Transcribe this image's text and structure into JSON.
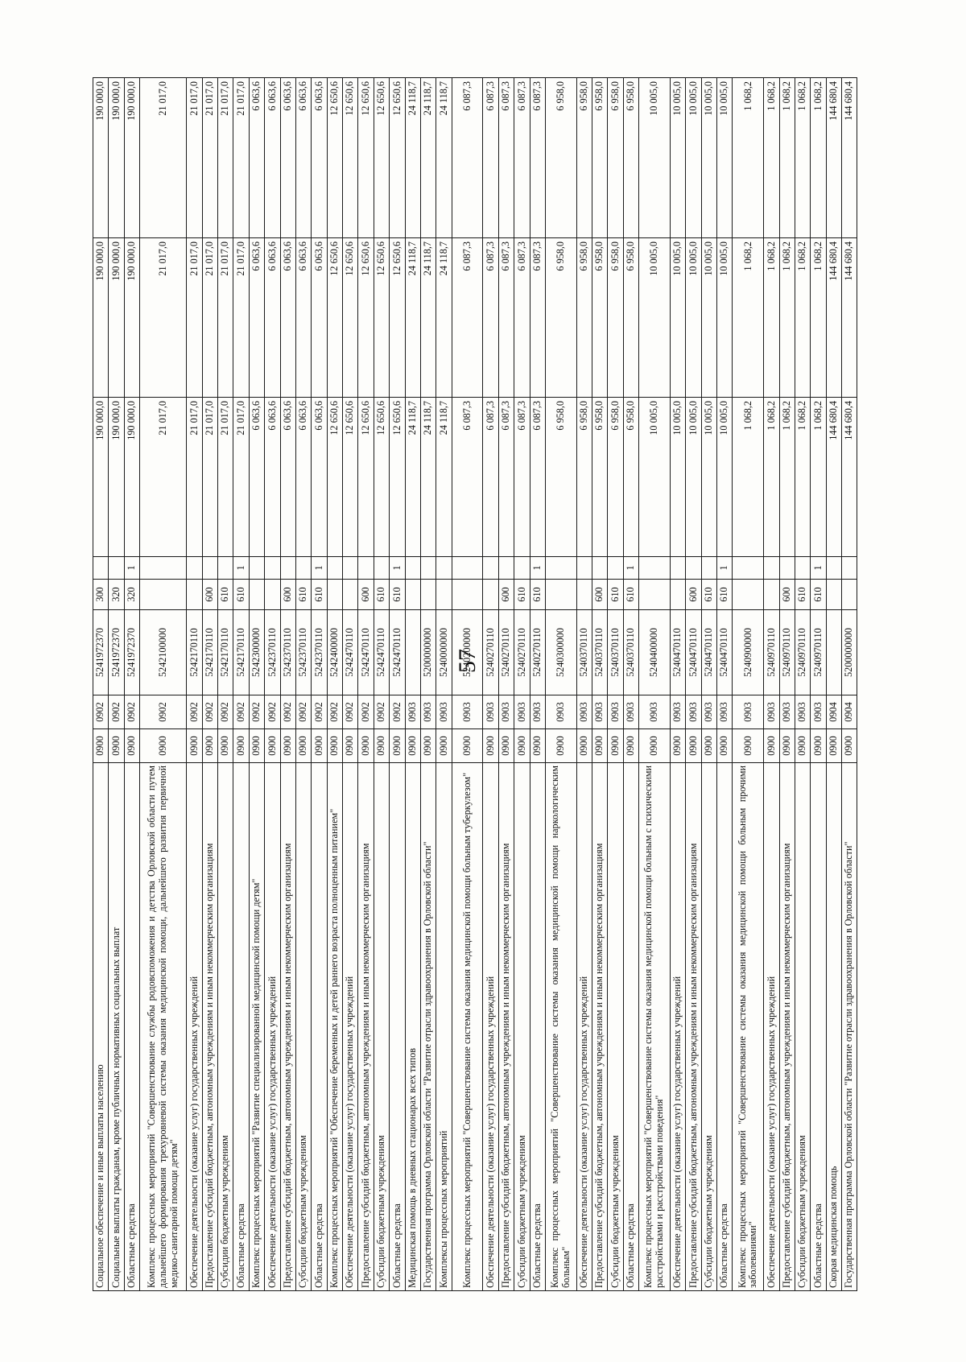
{
  "page": {
    "number": "57"
  },
  "rows": [
    {
      "name": "Социальное обеспечение и иные выплаты населению",
      "sec": "0900",
      "sub": "0902",
      "csr": "5241972370",
      "vr": "300",
      "src": "",
      "v1": "190 000,0",
      "v2": "190 000,0",
      "v3": "190 000,0"
    },
    {
      "name": "Социальные выплаты гражданам, кроме публичных нормативных социальных выплат",
      "sec": "0900",
      "sub": "0902",
      "csr": "5241972370",
      "vr": "320",
      "src": "",
      "v1": "190 000,0",
      "v2": "190 000,0",
      "v3": "190 000,0"
    },
    {
      "name": "Областные средства",
      "sec": "0900",
      "sub": "0902",
      "csr": "5241972370",
      "vr": "320",
      "src": "1",
      "v1": "190 000,0",
      "v2": "190 000,0",
      "v3": "190 000,0"
    },
    {
      "name": "Комплекс процессных мероприятий \"Совершенствование службы родовспоможения и детства Орловской области путем дальнейшего формирования трехуровневой системы оказания медицинской помощи, дальнейшего развития первичной медико-санитарной помощи детям\"",
      "sec": "0900",
      "sub": "0902",
      "csr": "5242100000",
      "vr": "",
      "src": "",
      "v1": "21 017,0",
      "v2": "21 017,0",
      "v3": "21 017,0",
      "lines": 3
    },
    {
      "name": "Обеспечение деятельности (оказание услуг) государственных учреждений",
      "sec": "0900",
      "sub": "0902",
      "csr": "5242170110",
      "vr": "",
      "src": "",
      "v1": "21 017,0",
      "v2": "21 017,0",
      "v3": "21 017,0"
    },
    {
      "name": "Предоставление субсидий бюджетным, автономным учреждениям и иным некоммерческим организациям",
      "sec": "0900",
      "sub": "0902",
      "csr": "5242170110",
      "vr": "600",
      "src": "",
      "v1": "21 017,0",
      "v2": "21 017,0",
      "v3": "21 017,0"
    },
    {
      "name": "Субсидии бюджетным учреждениям",
      "sec": "0900",
      "sub": "0902",
      "csr": "5242170110",
      "vr": "610",
      "src": "",
      "v1": "21 017,0",
      "v2": "21 017,0",
      "v3": "21 017,0"
    },
    {
      "name": "Областные средства",
      "sec": "0900",
      "sub": "0902",
      "csr": "5242170110",
      "vr": "610",
      "src": "1",
      "v1": "21 017,0",
      "v2": "21 017,0",
      "v3": "21 017,0"
    },
    {
      "name": "Комплекс процессных мероприятий \"Развитие специализированной медицинской помощи детям\"",
      "sec": "0900",
      "sub": "0902",
      "csr": "5242300000",
      "vr": "",
      "src": "",
      "v1": "6 063,6",
      "v2": "6 063,6",
      "v3": "6 063,6"
    },
    {
      "name": "Обеспечение деятельности (оказание услуг) государственных учреждений",
      "sec": "0900",
      "sub": "0902",
      "csr": "5242370110",
      "vr": "",
      "src": "",
      "v1": "6 063,6",
      "v2": "6 063,6",
      "v3": "6 063,6"
    },
    {
      "name": "Предоставление субсидий бюджетным, автономным учреждениям и иным некоммерческим организациям",
      "sec": "0900",
      "sub": "0902",
      "csr": "5242370110",
      "vr": "600",
      "src": "",
      "v1": "6 063,6",
      "v2": "6 063,6",
      "v3": "6 063,6"
    },
    {
      "name": "Субсидии бюджетным учреждениям",
      "sec": "0900",
      "sub": "0902",
      "csr": "5242370110",
      "vr": "610",
      "src": "",
      "v1": "6 063,6",
      "v2": "6 063,6",
      "v3": "6 063,6"
    },
    {
      "name": "Областные средства",
      "sec": "0900",
      "sub": "0902",
      "csr": "5242370110",
      "vr": "610",
      "src": "1",
      "v1": "6 063,6",
      "v2": "6 063,6",
      "v3": "6 063,6"
    },
    {
      "name": "Комплекс процессных мероприятий \"Обеспечение беременных и детей раннего возраста полноценным питанием\"",
      "sec": "0900",
      "sub": "0902",
      "csr": "5242400000",
      "vr": "",
      "src": "",
      "v1": "12 650,6",
      "v2": "12 650,6",
      "v3": "12 650,6"
    },
    {
      "name": "Обеспечение деятельности (оказание услуг) государственных учреждений",
      "sec": "0900",
      "sub": "0902",
      "csr": "5242470110",
      "vr": "",
      "src": "",
      "v1": "12 650,6",
      "v2": "12 650,6",
      "v3": "12 650,6"
    },
    {
      "name": "Предоставление субсидий бюджетным, автономным учреждениям и иным некоммерческим организациям",
      "sec": "0900",
      "sub": "0902",
      "csr": "5242470110",
      "vr": "600",
      "src": "",
      "v1": "12 650,6",
      "v2": "12 650,6",
      "v3": "12 650,6"
    },
    {
      "name": "Субсидии бюджетным учреждениям",
      "sec": "0900",
      "sub": "0902",
      "csr": "5242470110",
      "vr": "610",
      "src": "",
      "v1": "12 650,6",
      "v2": "12 650,6",
      "v3": "12 650,6"
    },
    {
      "name": "Областные средства",
      "sec": "0900",
      "sub": "0902",
      "csr": "5242470110",
      "vr": "610",
      "src": "1",
      "v1": "12 650,6",
      "v2": "12 650,6",
      "v3": "12 650,6"
    },
    {
      "name": "Медицинская помощь в дневных стационарах всех типов",
      "sec": "0900",
      "sub": "0903",
      "csr": "",
      "vr": "",
      "src": "",
      "v1": "24 118,7",
      "v2": "24 118,7",
      "v3": "24 118,7"
    },
    {
      "name": "Государственная программа Орловской области \"Развитие отрасли здравоохранения в Орловской области\"",
      "sec": "0900",
      "sub": "0903",
      "csr": "5200000000",
      "vr": "",
      "src": "",
      "v1": "24 118,7",
      "v2": "24 118,7",
      "v3": "24 118,7"
    },
    {
      "name": "Комплексы процессных мероприятий",
      "sec": "0900",
      "sub": "0903",
      "csr": "5240000000",
      "vr": "",
      "src": "",
      "v1": "24 118,7",
      "v2": "24 118,7",
      "v3": "24 118,7"
    },
    {
      "name": "Комплекс процессных мероприятий \"Совершенствование системы оказания медицинской помощи больным туберкулезом\"",
      "sec": "0900",
      "sub": "0903",
      "csr": "5240200000",
      "vr": "",
      "src": "",
      "v1": "6 087,3",
      "v2": "6 087,3",
      "v3": "6 087,3",
      "lines": 2
    },
    {
      "name": "Обеспечение деятельности (оказание услуг) государственных учреждений",
      "sec": "0900",
      "sub": "0903",
      "csr": "5240270110",
      "vr": "",
      "src": "",
      "v1": "6 087,3",
      "v2": "6 087,3",
      "v3": "6 087,3"
    },
    {
      "name": "Предоставление субсидий бюджетным, автономным учреждениям и иным некоммерческим организациям",
      "sec": "0900",
      "sub": "0903",
      "csr": "5240270110",
      "vr": "600",
      "src": "",
      "v1": "6 087,3",
      "v2": "6 087,3",
      "v3": "6 087,3"
    },
    {
      "name": "Субсидии бюджетным учреждениям",
      "sec": "0900",
      "sub": "0903",
      "csr": "5240270110",
      "vr": "610",
      "src": "",
      "v1": "6 087,3",
      "v2": "6 087,3",
      "v3": "6 087,3"
    },
    {
      "name": "Областные средства",
      "sec": "0900",
      "sub": "0903",
      "csr": "5240270110",
      "vr": "610",
      "src": "1",
      "v1": "6 087,3",
      "v2": "6 087,3",
      "v3": "6 087,3"
    },
    {
      "name": "Комплекс процессных мероприятий \"Совершенствование системы оказания медицинской помощи наркологическим больным\"",
      "sec": "0900",
      "sub": "0903",
      "csr": "5240300000",
      "vr": "",
      "src": "",
      "v1": "6 958,0",
      "v2": "6 958,0",
      "v3": "6 958,0",
      "lines": 2
    },
    {
      "name": "Обеспечение деятельности (оказание услуг) государственных учреждений",
      "sec": "0900",
      "sub": "0903",
      "csr": "5240370110",
      "vr": "",
      "src": "",
      "v1": "6 958,0",
      "v2": "6 958,0",
      "v3": "6 958,0"
    },
    {
      "name": "Предоставление субсидий бюджетным, автономным учреждениям и иным некоммерческим организациям",
      "sec": "0900",
      "sub": "0903",
      "csr": "5240370110",
      "vr": "600",
      "src": "",
      "v1": "6 958,0",
      "v2": "6 958,0",
      "v3": "6 958,0"
    },
    {
      "name": "Субсидии бюджетным учреждениям",
      "sec": "0900",
      "sub": "0903",
      "csr": "5240370110",
      "vr": "610",
      "src": "",
      "v1": "6 958,0",
      "v2": "6 958,0",
      "v3": "6 958,0"
    },
    {
      "name": "Областные средства",
      "sec": "0900",
      "sub": "0903",
      "csr": "5240370110",
      "vr": "610",
      "src": "1",
      "v1": "6 958,0",
      "v2": "6 958,0",
      "v3": "6 958,0"
    },
    {
      "name": "Комплекс процессных мероприятий \"Совершенствование системы оказания медицинской помощи больным с психическими расстройствами и расстройствами поведения\"",
      "sec": "0900",
      "sub": "0903",
      "csr": "5240400000",
      "vr": "",
      "src": "",
      "v1": "10 005,0",
      "v2": "10 005,0",
      "v3": "10 005,0",
      "lines": 2
    },
    {
      "name": "Обеспечение деятельности (оказание услуг) государственных учреждений",
      "sec": "0900",
      "sub": "0903",
      "csr": "5240470110",
      "vr": "",
      "src": "",
      "v1": "10 005,0",
      "v2": "10 005,0",
      "v3": "10 005,0"
    },
    {
      "name": "Предоставление субсидий бюджетным, автономным учреждениям и иным некоммерческим организациям",
      "sec": "0900",
      "sub": "0903",
      "csr": "5240470110",
      "vr": "600",
      "src": "",
      "v1": "10 005,0",
      "v2": "10 005,0",
      "v3": "10 005,0"
    },
    {
      "name": "Субсидии бюджетным учреждениям",
      "sec": "0900",
      "sub": "0903",
      "csr": "5240470110",
      "vr": "610",
      "src": "",
      "v1": "10 005,0",
      "v2": "10 005,0",
      "v3": "10 005,0"
    },
    {
      "name": "Областные средства",
      "sec": "0900",
      "sub": "0903",
      "csr": "5240470110",
      "vr": "610",
      "src": "1",
      "v1": "10 005,0",
      "v2": "10 005,0",
      "v3": "10 005,0"
    },
    {
      "name": "Комплекс процессных мероприятий \"Совершенствование системы оказания медицинской помощи больным прочими заболеваниями\"",
      "sec": "0900",
      "sub": "0903",
      "csr": "5240900000",
      "vr": "",
      "src": "",
      "v1": "1 068,2",
      "v2": "1 068,2",
      "v3": "1 068,2",
      "lines": 2
    },
    {
      "name": "Обеспечение деятельности (оказание услуг) государственных учреждений",
      "sec": "0900",
      "sub": "0903",
      "csr": "5240970110",
      "vr": "",
      "src": "",
      "v1": "1 068,2",
      "v2": "1 068,2",
      "v3": "1 068,2"
    },
    {
      "name": "Предоставление субсидий бюджетным, автономным учреждениям и иным некоммерческим организациям",
      "sec": "0900",
      "sub": "0903",
      "csr": "5240970110",
      "vr": "600",
      "src": "",
      "v1": "1 068,2",
      "v2": "1 068,2",
      "v3": "1 068,2"
    },
    {
      "name": "Субсидии бюджетным учреждениям",
      "sec": "0900",
      "sub": "0903",
      "csr": "5240970110",
      "vr": "610",
      "src": "",
      "v1": "1 068,2",
      "v2": "1 068,2",
      "v3": "1 068,2"
    },
    {
      "name": "Областные средства",
      "sec": "0900",
      "sub": "0903",
      "csr": "5240970110",
      "vr": "610",
      "src": "1",
      "v1": "1 068,2",
      "v2": "1 068,2",
      "v3": "1 068,2"
    },
    {
      "name": "Скорая медицинская помощь",
      "sec": "0900",
      "sub": "0904",
      "csr": "",
      "vr": "",
      "src": "",
      "v1": "144 680,4",
      "v2": "144 680,4",
      "v3": "144 680,4"
    },
    {
      "name": "Государственная программа Орловской области \"Развитие отрасли здравоохранения в Орловской области\"",
      "sec": "0900",
      "sub": "0904",
      "csr": "5200000000",
      "vr": "",
      "src": "",
      "v1": "144 680,4",
      "v2": "144 680,4",
      "v3": "144 680,4"
    }
  ]
}
